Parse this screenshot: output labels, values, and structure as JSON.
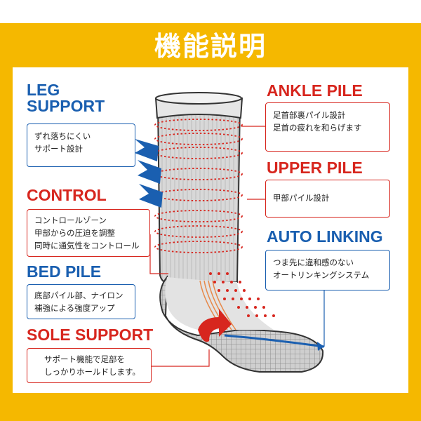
{
  "title": "機能説明",
  "features": {
    "leg_support": {
      "heading_1": "LEG",
      "heading_2": "SUPPORT",
      "lines": [
        "ずれ落ちにくい",
        "サポート設計"
      ]
    },
    "control": {
      "heading": "CONTROL",
      "lines": [
        "コントロールゾーン",
        "甲部からの圧迫を調整",
        "同時に通気性をコントロール"
      ]
    },
    "bed_pile": {
      "heading": "BED PILE",
      "lines": [
        "底部パイル部、ナイロン",
        "補強による強度アップ"
      ]
    },
    "sole_support": {
      "heading": "SOLE SUPPORT",
      "lines": [
        "サポート機能で足部を",
        "しっかりホールドします。"
      ]
    },
    "ankle_pile": {
      "heading": "ANKLE PILE",
      "lines": [
        "足首部裏パイル設計",
        "足首の疲れを和らげます"
      ]
    },
    "upper_pile": {
      "heading": "UPPER PILE",
      "lines": [
        "甲部パイル設計"
      ]
    },
    "auto_linking": {
      "heading": "AUTO LINKING",
      "lines": [
        "つま先に違和感のない",
        "オートリンキングシステム"
      ]
    }
  },
  "colors": {
    "frame": "#f5b800",
    "blue": "#1a5fb0",
    "red": "#d7261e",
    "sock": "#d9d9d9",
    "grid": "#8c8c8c"
  },
  "icons": [
    "chevron-arrow-icon",
    "curved-arrow-icon",
    "double-arrow-icon"
  ]
}
